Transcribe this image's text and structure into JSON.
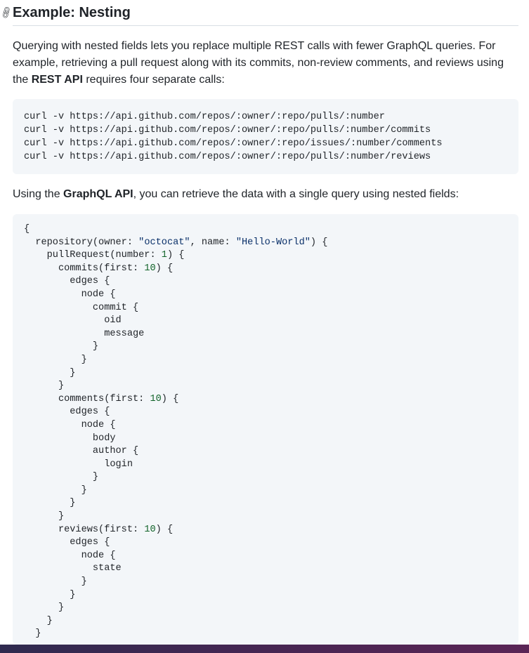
{
  "heading": {
    "icon": "link-icon",
    "title": "Example: Nesting"
  },
  "intro": {
    "before": "Querying with nested fields lets you replace multiple REST calls with fewer GraphQL queries. For example, retrieving a pull request along with its commits, non-review comments, and reviews using the ",
    "bold": "REST API",
    "after": " requires four separate calls:"
  },
  "rest_calls": [
    "curl -v https://api.github.com/repos/:owner/:repo/pulls/:number",
    "curl -v https://api.github.com/repos/:owner/:repo/pulls/:number/commits",
    "curl -v https://api.github.com/repos/:owner/:repo/issues/:number/comments",
    "curl -v https://api.github.com/repos/:owner/:repo/pulls/:number/reviews"
  ],
  "graphql_intro": {
    "before": "Using the ",
    "bold": "GraphQL API",
    "after": ", you can retrieve the data with a single query using nested fields:"
  },
  "query_lines": [
    "{",
    "  repository(owner: \"octocat\", name: \"Hello-World\") {",
    "    pullRequest(number: 1) {",
    "      commits(first: 10) {",
    "        edges {",
    "          node {",
    "            commit {",
    "              oid",
    "              message",
    "            }",
    "          }",
    "        }",
    "      }",
    "      comments(first: 10) {",
    "        edges {",
    "          node {",
    "            body",
    "            author {",
    "              login",
    "            }",
    "          }",
    "        }",
    "      }",
    "      reviews(first: 10) {",
    "        edges {",
    "          node {",
    "            state",
    "          }",
    "        }",
    "      }",
    "    }",
    "  }"
  ],
  "colors": {
    "string": "#0a3069",
    "number": "#116329",
    "code_bg": "#f3f6f9"
  }
}
